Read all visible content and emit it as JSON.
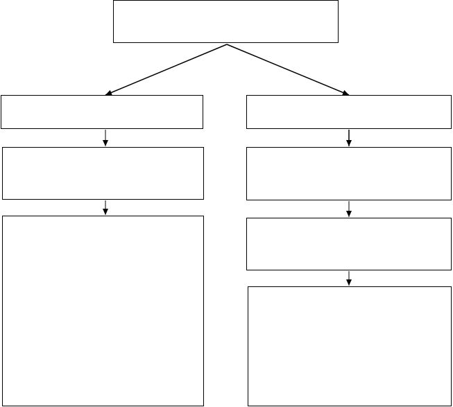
{
  "diagram": {
    "type": "flowchart",
    "line_color": "#000000",
    "fill_color": "#ffffff",
    "nodes": [
      {
        "id": "root",
        "label": ""
      },
      {
        "id": "left-1",
        "label": ""
      },
      {
        "id": "left-2",
        "label": ""
      },
      {
        "id": "left-3",
        "label": ""
      },
      {
        "id": "right-1",
        "label": ""
      },
      {
        "id": "right-2",
        "label": ""
      },
      {
        "id": "right-3",
        "label": ""
      },
      {
        "id": "right-4",
        "label": ""
      }
    ],
    "edges": [
      {
        "from": "root",
        "to": "left-1"
      },
      {
        "from": "root",
        "to": "right-1"
      },
      {
        "from": "left-1",
        "to": "left-2"
      },
      {
        "from": "left-2",
        "to": "left-3"
      },
      {
        "from": "right-1",
        "to": "right-2"
      },
      {
        "from": "right-2",
        "to": "right-3"
      },
      {
        "from": "right-3",
        "to": "right-4"
      }
    ]
  }
}
